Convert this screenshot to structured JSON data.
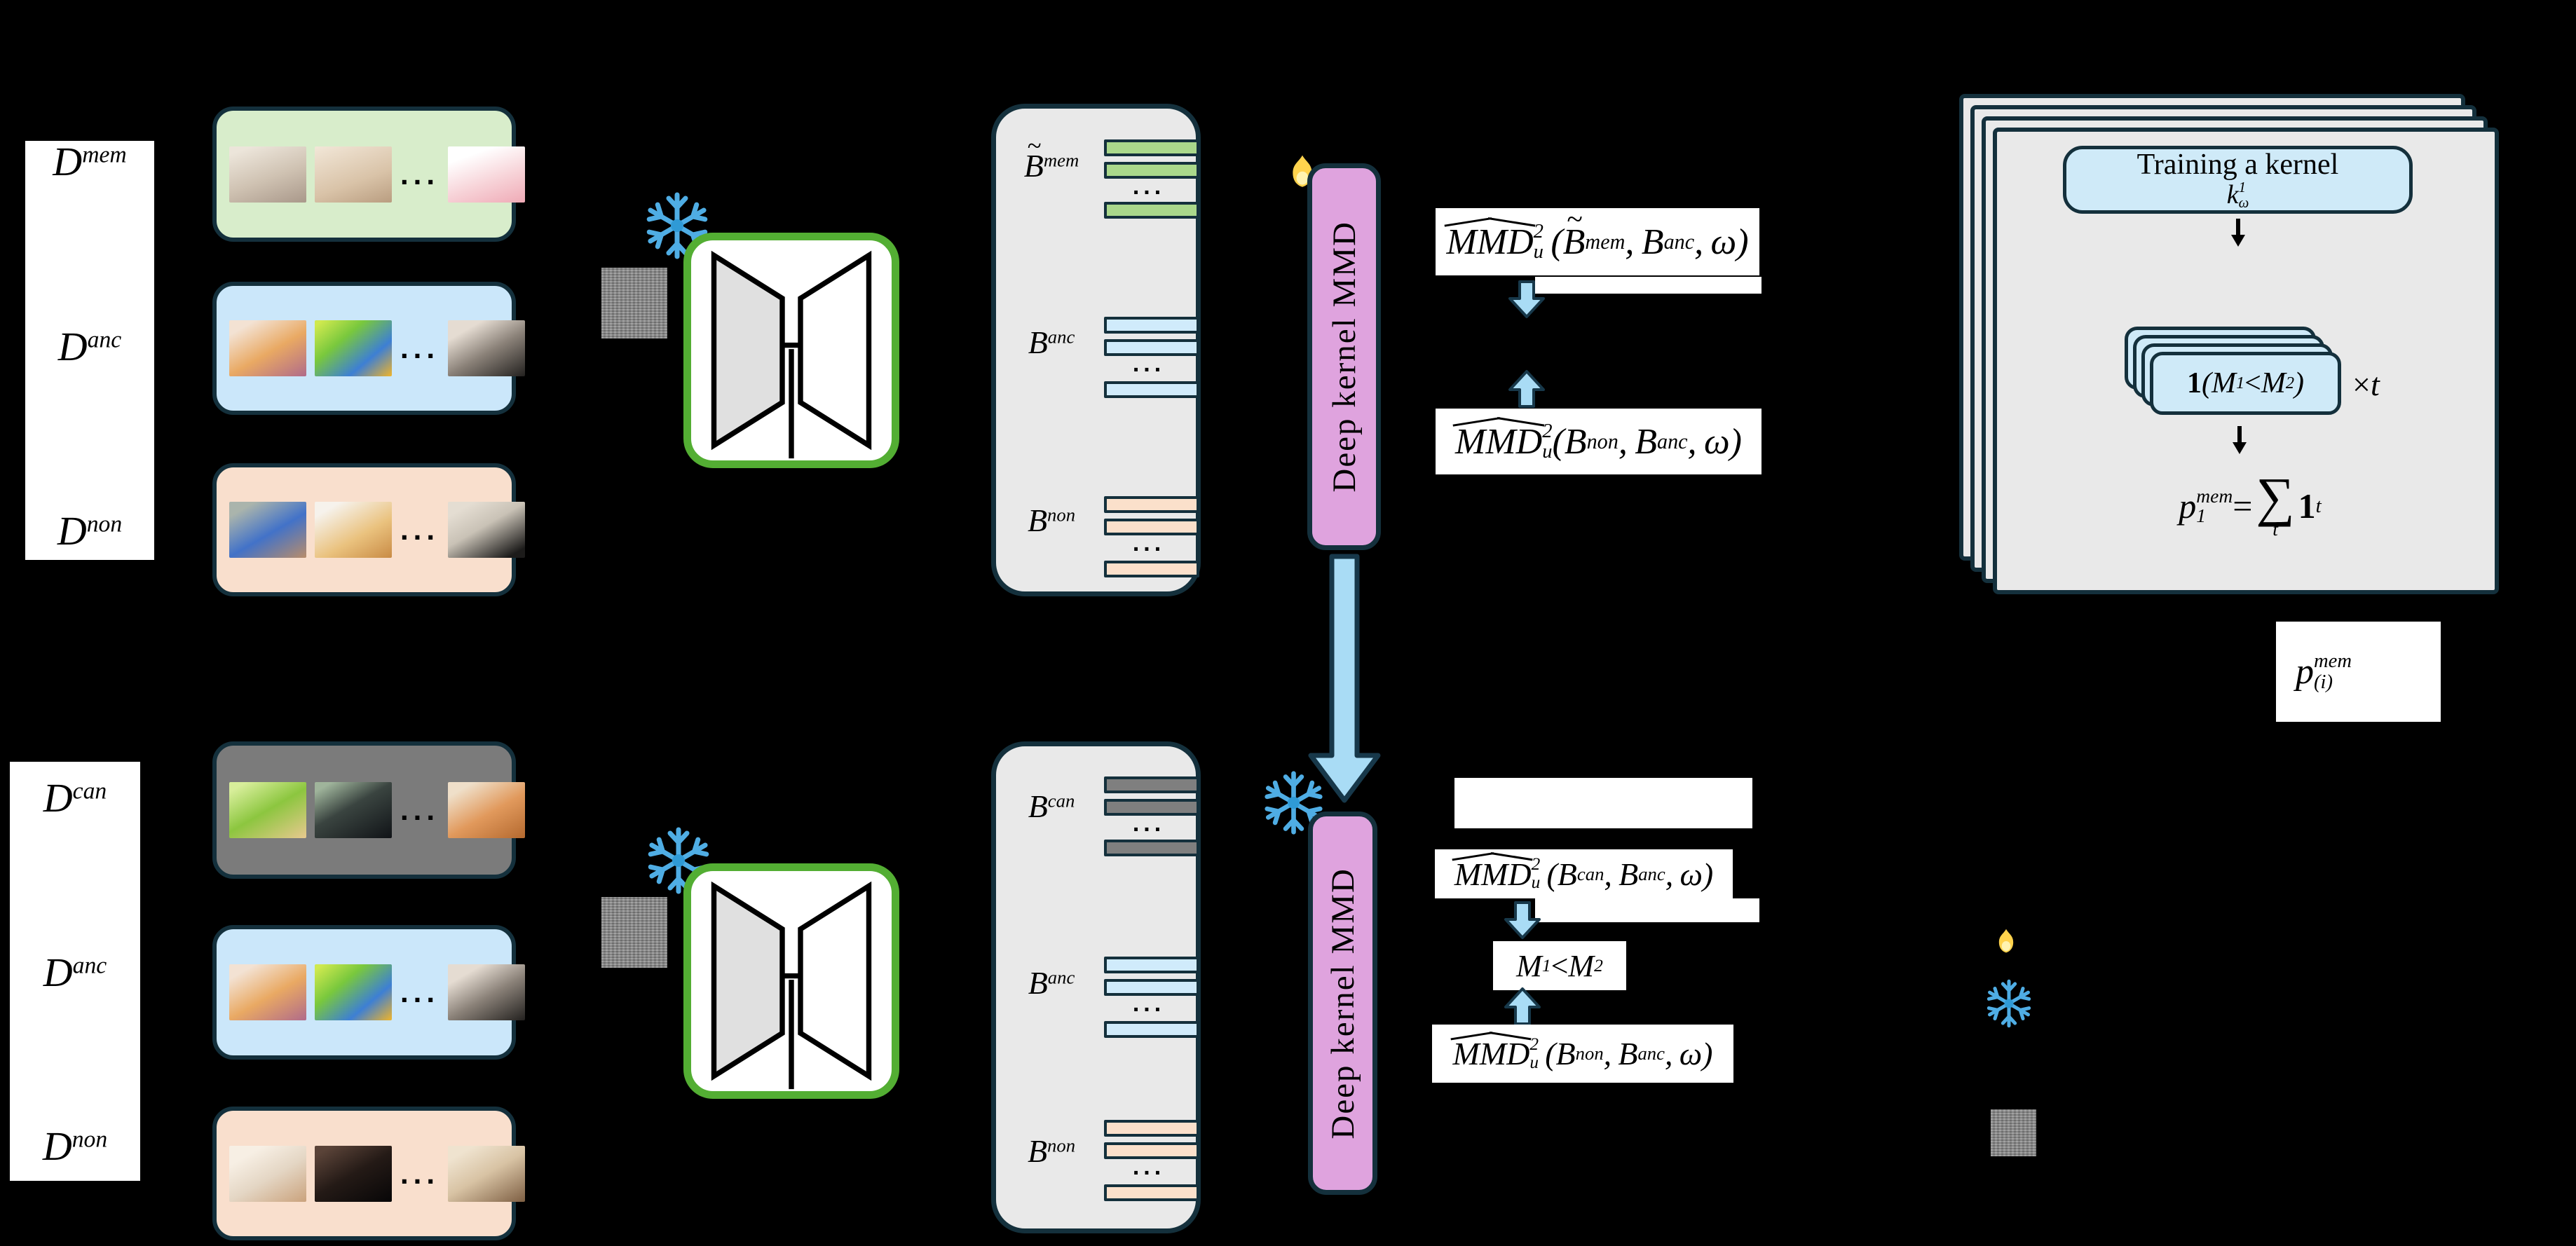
{
  "ui": {
    "dots": "..."
  },
  "colors": {
    "bg": "#000000",
    "border": "#14303c",
    "pink": "#dfa3de",
    "green_encoder": "#53ae33",
    "blue_arrow": "#a9dcf5",
    "light_blue_box": "#cfeaf8",
    "panel": "#e9e9e9",
    "rowMem": "#d8edcb",
    "rowAnc": "#cbe7fa",
    "rowNon": "#f9dfcd",
    "rowCan": "#7b7b7b",
    "barMem": "#aad88b",
    "barAnc": "#d0ebfb",
    "barNon": "#fbe0cb",
    "barCan": "#7f7f7f",
    "snowflake": "#4fade4",
    "flame_outer": "#f4581f",
    "flame_inner": "#ffd34d"
  },
  "icons": {
    "fire": "fire-icon (trainable)",
    "snowflake": "snowflake-icon (frozen)",
    "noise": "gaussian-noise-image",
    "autoencoder": "encoder-decoder-bowtie-icon"
  },
  "top": {
    "datasets": {
      "mem": "<span class='tld'>D</span><span class='sup'>mem</span>",
      "anc": "D<span class='sup'>anc</span>",
      "non": "D<span class='sup'>non</span>"
    },
    "rows": {
      "mem": {
        "photos": [
          {
            "desc": "fluffy cream cat",
            "bg": "linear-gradient(160deg,#ece5da 10%,#cfc2b2 55%,#a9988a)"
          },
          {
            "desc": "beige kitten",
            "bg": "linear-gradient(160deg,#f2e7d8,#d9c3a8 60%,#b99d80)"
          },
          {
            "desc": "piglet",
            "bg": "linear-gradient(160deg,#ffffff 20%,#f7d3d8 60%,#efaab6)"
          }
        ]
      },
      "anc": {
        "photos": [
          {
            "desc": "orange kitten with yarn",
            "bg": "linear-gradient(150deg,#f3e2d3 15%,#e9a963 55%,#b06b8a)"
          },
          {
            "desc": "blue bird on branch",
            "bg": "linear-gradient(140deg,#cfe94f 5%,#79c83d 35%,#3d7fd4 70%,#f0b429)"
          },
          {
            "desc": "black and white kitten",
            "bg": "linear-gradient(150deg,#e5dcd2 20%,#8a8178 55%,#23211f)"
          }
        ]
      },
      "non": {
        "photos": [
          {
            "desc": "bluebird on post",
            "bg": "linear-gradient(150deg,#aab4ac 15%,#4272c8 55%,#b98d6a)"
          },
          {
            "desc": "pomeranian dog",
            "bg": "linear-gradient(150deg,#f6f2ec 15%,#eac27e 60%,#c98b45)"
          },
          {
            "desc": "border collie puppy",
            "bg": "linear-gradient(150deg,#e4ddd2 15%,#c9c2b6 45%,#1c1b1a 90%)"
          }
        ]
      }
    },
    "features": {
      "mem": "<span class='tld'>B</span><span class='sup'>mem</span>",
      "anc": "B<span class='sup'>anc</span>",
      "non": "B<span class='sup'>non</span>"
    },
    "pink_label": "Deep kernel MMD",
    "formulas": {
      "mem_anc": "<span class='hat'>MMD</span><span class='ss'><span>2</span><span>u</span></span>&thinsp;(<span class='tld'>B</span><span class='sup'>mem</span>,&thinsp;B<span class='sup'>anc</span>,&thinsp;ω)",
      "non_anc": "<span class='hat'>MMD</span><span class='ss'><span>2</span><span>u</span></span>(B<span class='sup'>non</span>,&thinsp;B<span class='sup'>anc</span>,&thinsp;ω)"
    }
  },
  "bottom": {
    "datasets": {
      "can": "D<span class='sup'>can</span>",
      "anc": "D<span class='sup'>anc</span>",
      "non": "D<span class='sup'>non</span>"
    },
    "rows": {
      "can": {
        "photos": [
          {
            "desc": "yellow puppy on grass",
            "bg": "linear-gradient(150deg,#d7ee9a 10%,#8cc63f 50%,#e8c98f)"
          },
          {
            "desc": "black bird",
            "bg": "linear-gradient(150deg,#9fb49b 10%,#3a4440 45%,#101317)"
          },
          {
            "desc": "orange kitten on blanket",
            "bg": "linear-gradient(150deg,#efdfc9 15%,#e1995c 55%,#b4692f)"
          }
        ]
      },
      "anc": {
        "photos": [
          {
            "desc": "orange kitten with yarn",
            "bg": "linear-gradient(150deg,#f3e2d3 15%,#e9a963 55%,#b06b8a)"
          },
          {
            "desc": "blue bird on branch",
            "bg": "linear-gradient(140deg,#cfe94f 5%,#79c83d 35%,#3d7fd4 70%,#f0b429)"
          },
          {
            "desc": "black and white kitten",
            "bg": "linear-gradient(150deg,#e5dcd2 20%,#8a8178 55%,#23211f)"
          }
        ]
      },
      "non": {
        "photos": [
          {
            "desc": "white kitten",
            "bg": "linear-gradient(150deg,#f7efe4 20%,#e4d6c4 55%,#caa27c)"
          },
          {
            "desc": "black kitten",
            "bg": "linear-gradient(150deg,#5a4338 10%,#241a16 50%,#070607)"
          },
          {
            "desc": "siamese kitten",
            "bg": "linear-gradient(150deg,#efe3cf 15%,#d8c3a4 50%,#7e5f43)"
          }
        ]
      }
    },
    "features": {
      "can": "B<span class='sup'>can</span>",
      "anc": "B<span class='sup'>anc</span>",
      "non": "B<span class='sup'>non</span>"
    },
    "pink_label": "Deep kernel MMD",
    "formulas": {
      "can_anc": "<span class='hat'>MMD</span><span class='ss'><span>2</span><span>u</span></span>&thinsp;(B<span class='sup'>can</span>,&thinsp;B<span class='sup'>anc</span>,&thinsp;ω)",
      "m1_lt_m2": "M<span class='sub'>1</span> <span class='up'>&lt;</span> M<span class='sub'>2</span>",
      "non_anc": "<span class='hat'>MMD</span><span class='ss'><span>2</span><span>u</span></span>&thinsp;(B<span class='sup'>non</span>,&thinsp;B<span class='sup'>anc</span>,&thinsp;ω)"
    }
  },
  "right": {
    "training_title": "Training a kernel",
    "kernel": "k<span class='ss'><span>1</span><span>ω</span></span>",
    "indicator": "<span class='bb'>1</span>(M<span class='sub'>1</span> <span class='up'>&lt;</span> M<span class='sub'>2</span>)",
    "times_t": "<span class='up'>×</span>t",
    "p_formula": "p<span class='ss'><span>mem</span><span>1</span></span> <span class='up'>=</span> <span class='sum'><span class='sig'>∑</span><span class='st'>t</span></span><span class='bb'>1</span><span class='sup'>t</span>",
    "p_i": "p<span class='ss'><span>mem</span><span>(i)</span></span>"
  }
}
